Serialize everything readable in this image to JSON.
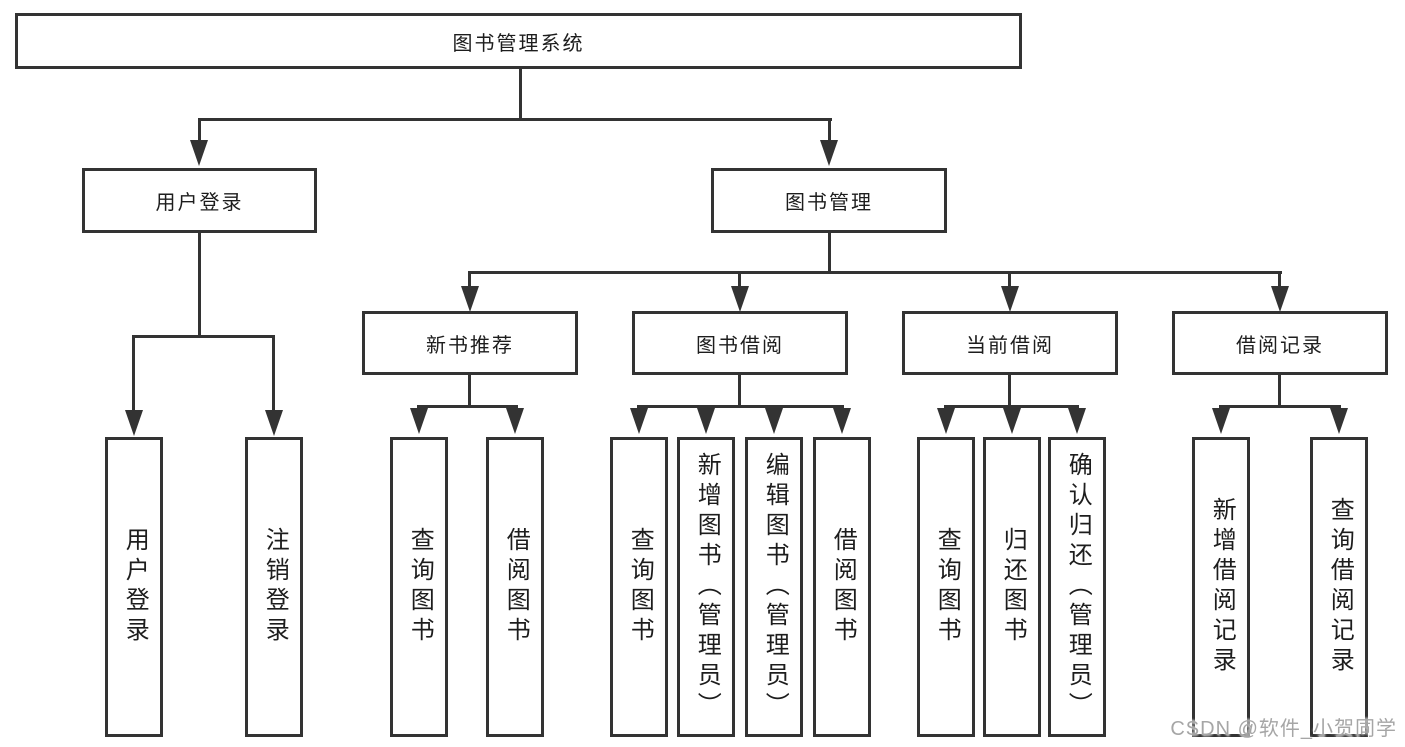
{
  "colors": {
    "line": "#333333",
    "box_fill": "#ffffff",
    "text": "#1d1d1d",
    "watermark": "#a6a6a6"
  },
  "watermark": "CSDN @软件_小贺同学",
  "tree": {
    "root": {
      "label": "图书管理系统"
    },
    "branches": [
      {
        "label": "用户登录",
        "children": [
          {
            "label": "用户登录"
          },
          {
            "label": "注销登录"
          }
        ]
      },
      {
        "label": "图书管理",
        "children": [
          {
            "label": "新书推荐",
            "children": [
              {
                "label": "查询图书"
              },
              {
                "label": "借阅图书"
              }
            ]
          },
          {
            "label": "图书借阅",
            "children": [
              {
                "label": "查询图书"
              },
              {
                "label": "新增图书（管理员）"
              },
              {
                "label": "编辑图书（管理员）"
              },
              {
                "label": "借阅图书"
              }
            ]
          },
          {
            "label": "当前借阅",
            "children": [
              {
                "label": "查询图书"
              },
              {
                "label": "归还图书"
              },
              {
                "label": "确认归还（管理员）"
              }
            ]
          },
          {
            "label": "借阅记录",
            "children": [
              {
                "label": "新增借阅记录"
              },
              {
                "label": "查询借阅记录"
              }
            ]
          }
        ]
      }
    ]
  }
}
